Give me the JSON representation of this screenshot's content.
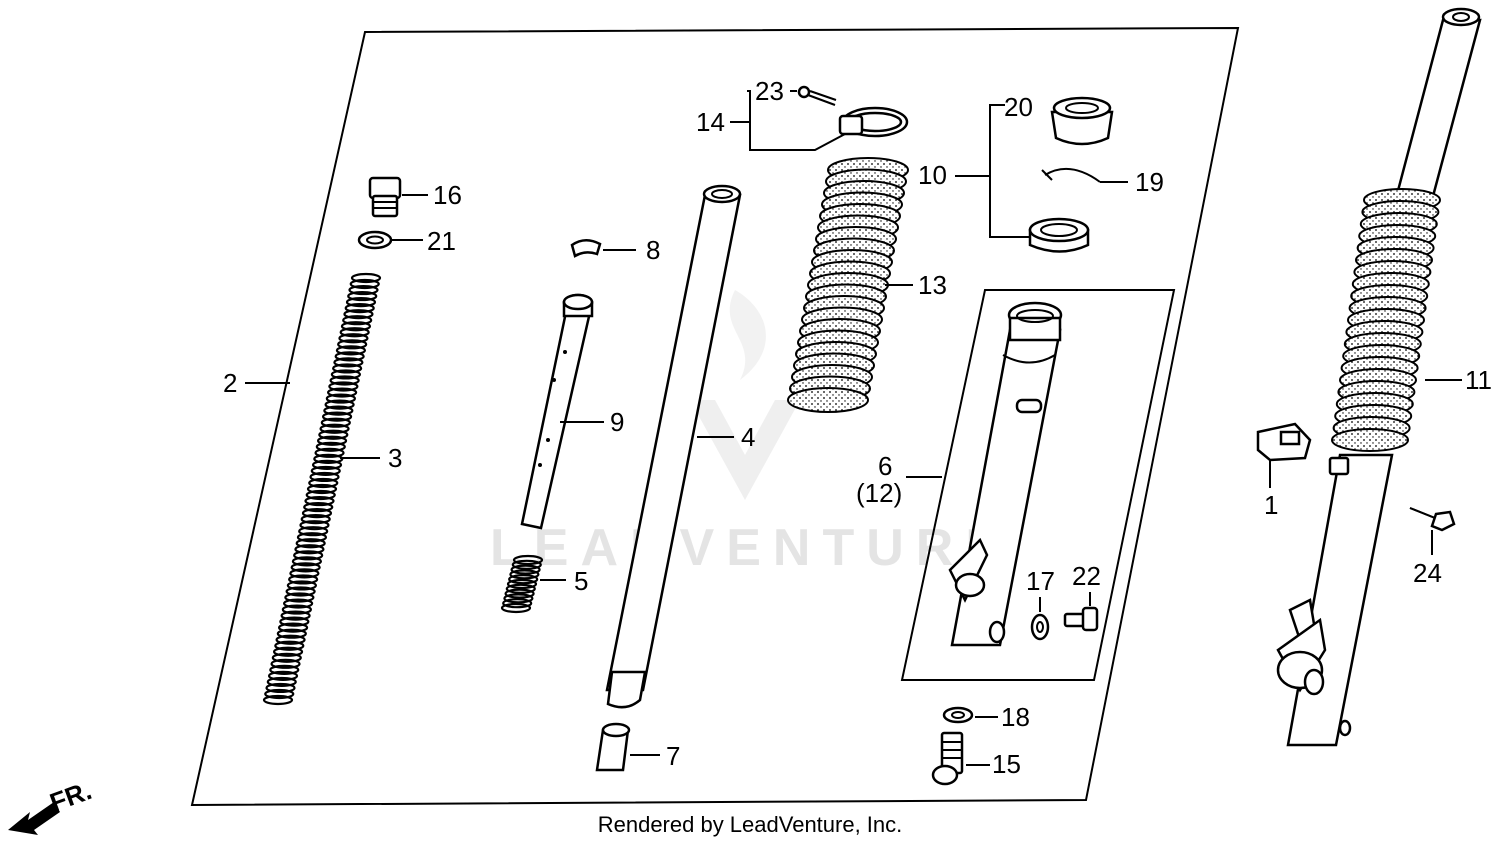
{
  "watermark": {
    "brand": "LEADVENTURE"
  },
  "footer": {
    "text": "Rendered by LeadVenture, Inc."
  },
  "direction_marker": {
    "label": "FR.",
    "icon": "arrow-front-icon"
  },
  "callouts": {
    "c1": "1",
    "c2": "2",
    "c3": "3",
    "c4": "4",
    "c5": "5",
    "c6": "6",
    "c6b": "(12)",
    "c7": "7",
    "c8": "8",
    "c9": "9",
    "c10": "10",
    "c11": "11",
    "c13": "13",
    "c14": "14",
    "c15": "15",
    "c16": "16",
    "c17": "17",
    "c18": "18",
    "c19": "19",
    "c20": "20",
    "c21": "21",
    "c22": "22",
    "c23": "23",
    "c24": "24"
  }
}
